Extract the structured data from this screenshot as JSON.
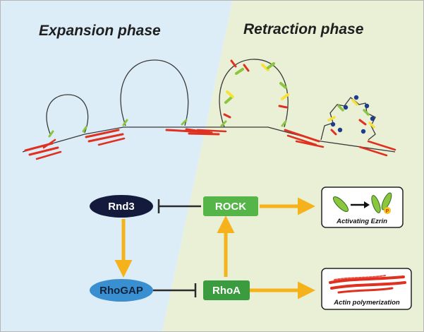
{
  "titles": {
    "expansion": "Expansion phase",
    "retraction": "Retraction phase"
  },
  "nodes": {
    "rnd3": "Rnd3",
    "rhogap": "RhoGAP",
    "rock": "ROCK",
    "rhoa": "RhoA"
  },
  "insets": {
    "ezrin_caption": "Activating Ezrin",
    "ezrin_phospho_mark": "P",
    "actin_caption": "Actin polymerization"
  },
  "colors": {
    "expansion_bg": "#dcedf8",
    "retraction_bg": "#eaf0d6",
    "arrow": "#f6b21a",
    "inhibit": "#2b2b2b",
    "rnd3_fill": "#141a3c",
    "rhogap_fill": "#3a8fd0",
    "rock_fill": "#55b548",
    "rhoa_fill": "#3b9c3f",
    "actin": "#e03020",
    "ezrin_green": "#8cc63f",
    "ezrin_yellow": "#f5e23a",
    "myosin_blue": "#1f3c8c"
  }
}
